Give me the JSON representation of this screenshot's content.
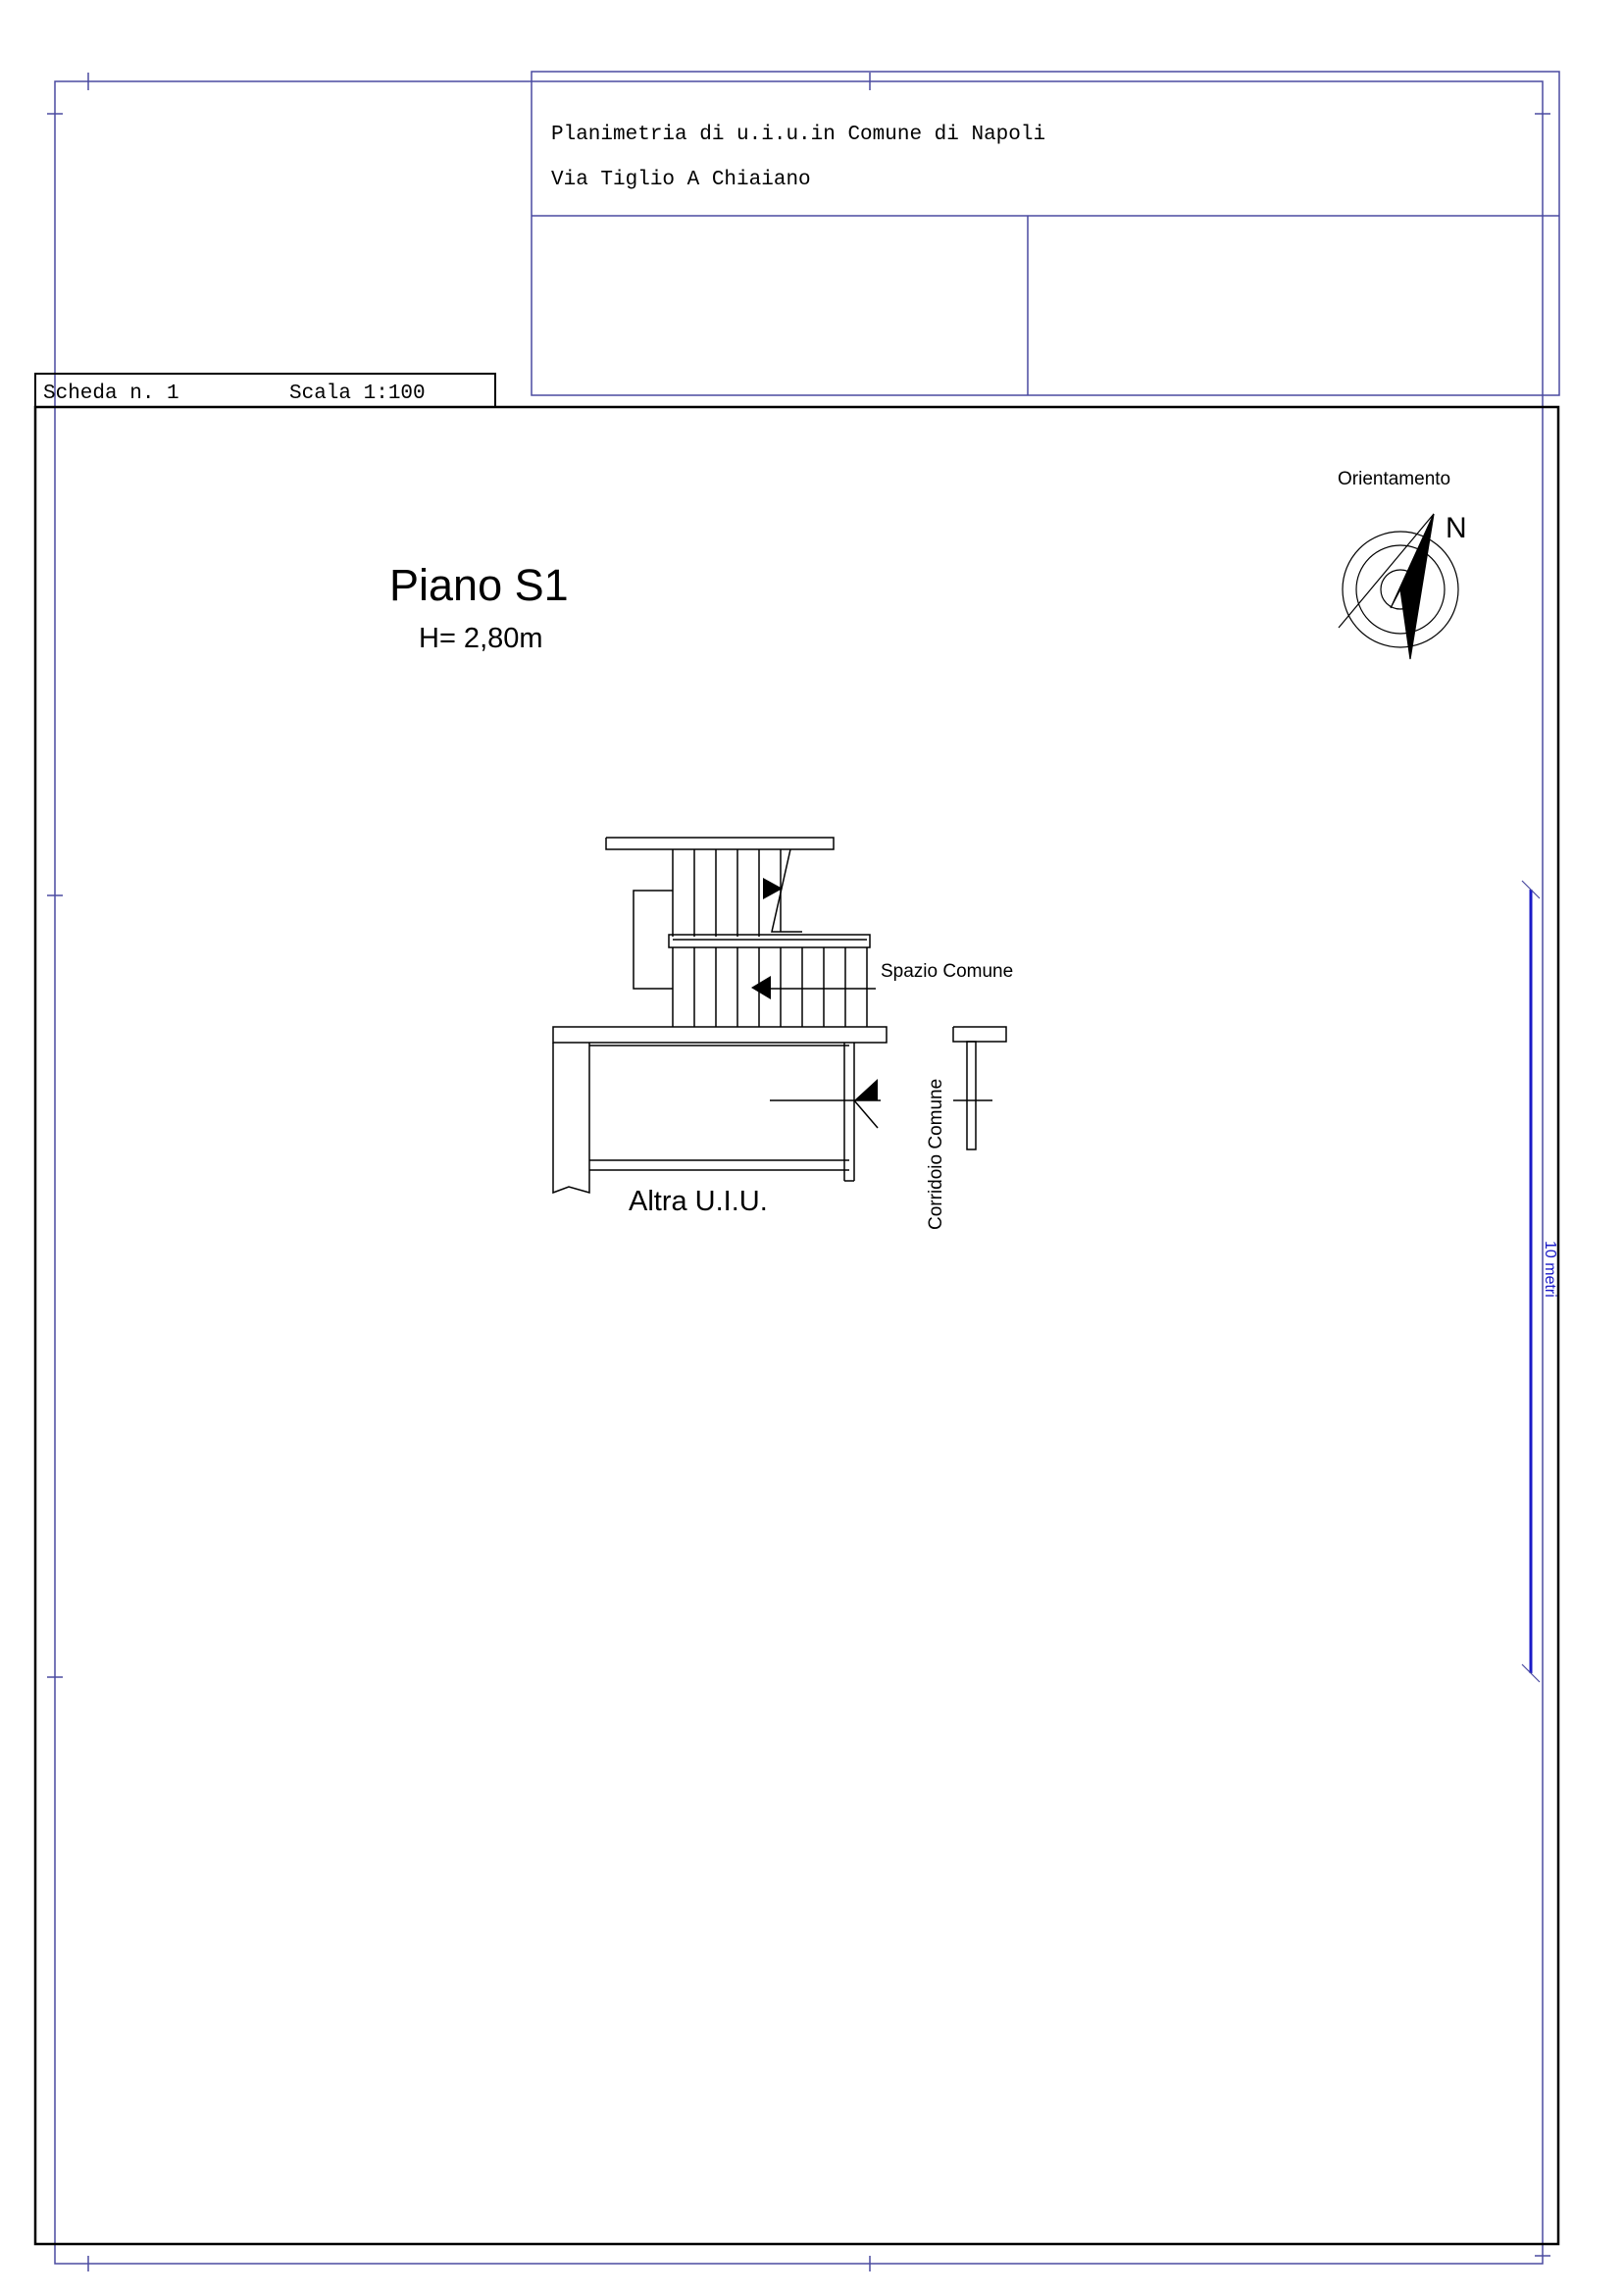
{
  "title_block": {
    "line1": "Planimetria di u.i.u.in Comune di Napoli",
    "line2": "Via Tiglio A Chiaiano"
  },
  "sheet_info": {
    "scheda": "Scheda n. 1",
    "scala": "Scala 1:100"
  },
  "floor": {
    "name": "Piano S1",
    "height": "H= 2,80m"
  },
  "compass": {
    "caption": "Orientamento",
    "north": "N"
  },
  "labels": {
    "spazio_comune": "Spazio Comune",
    "corridoio_comune": "Corridoio Comune",
    "altra_uiu": "Altra U.I.U."
  },
  "scale_bar": {
    "label": "10 metri"
  },
  "colors": {
    "frame_blue": "#4a4aa0",
    "scale_blue": "#1a1ac8",
    "ink": "#000000"
  }
}
